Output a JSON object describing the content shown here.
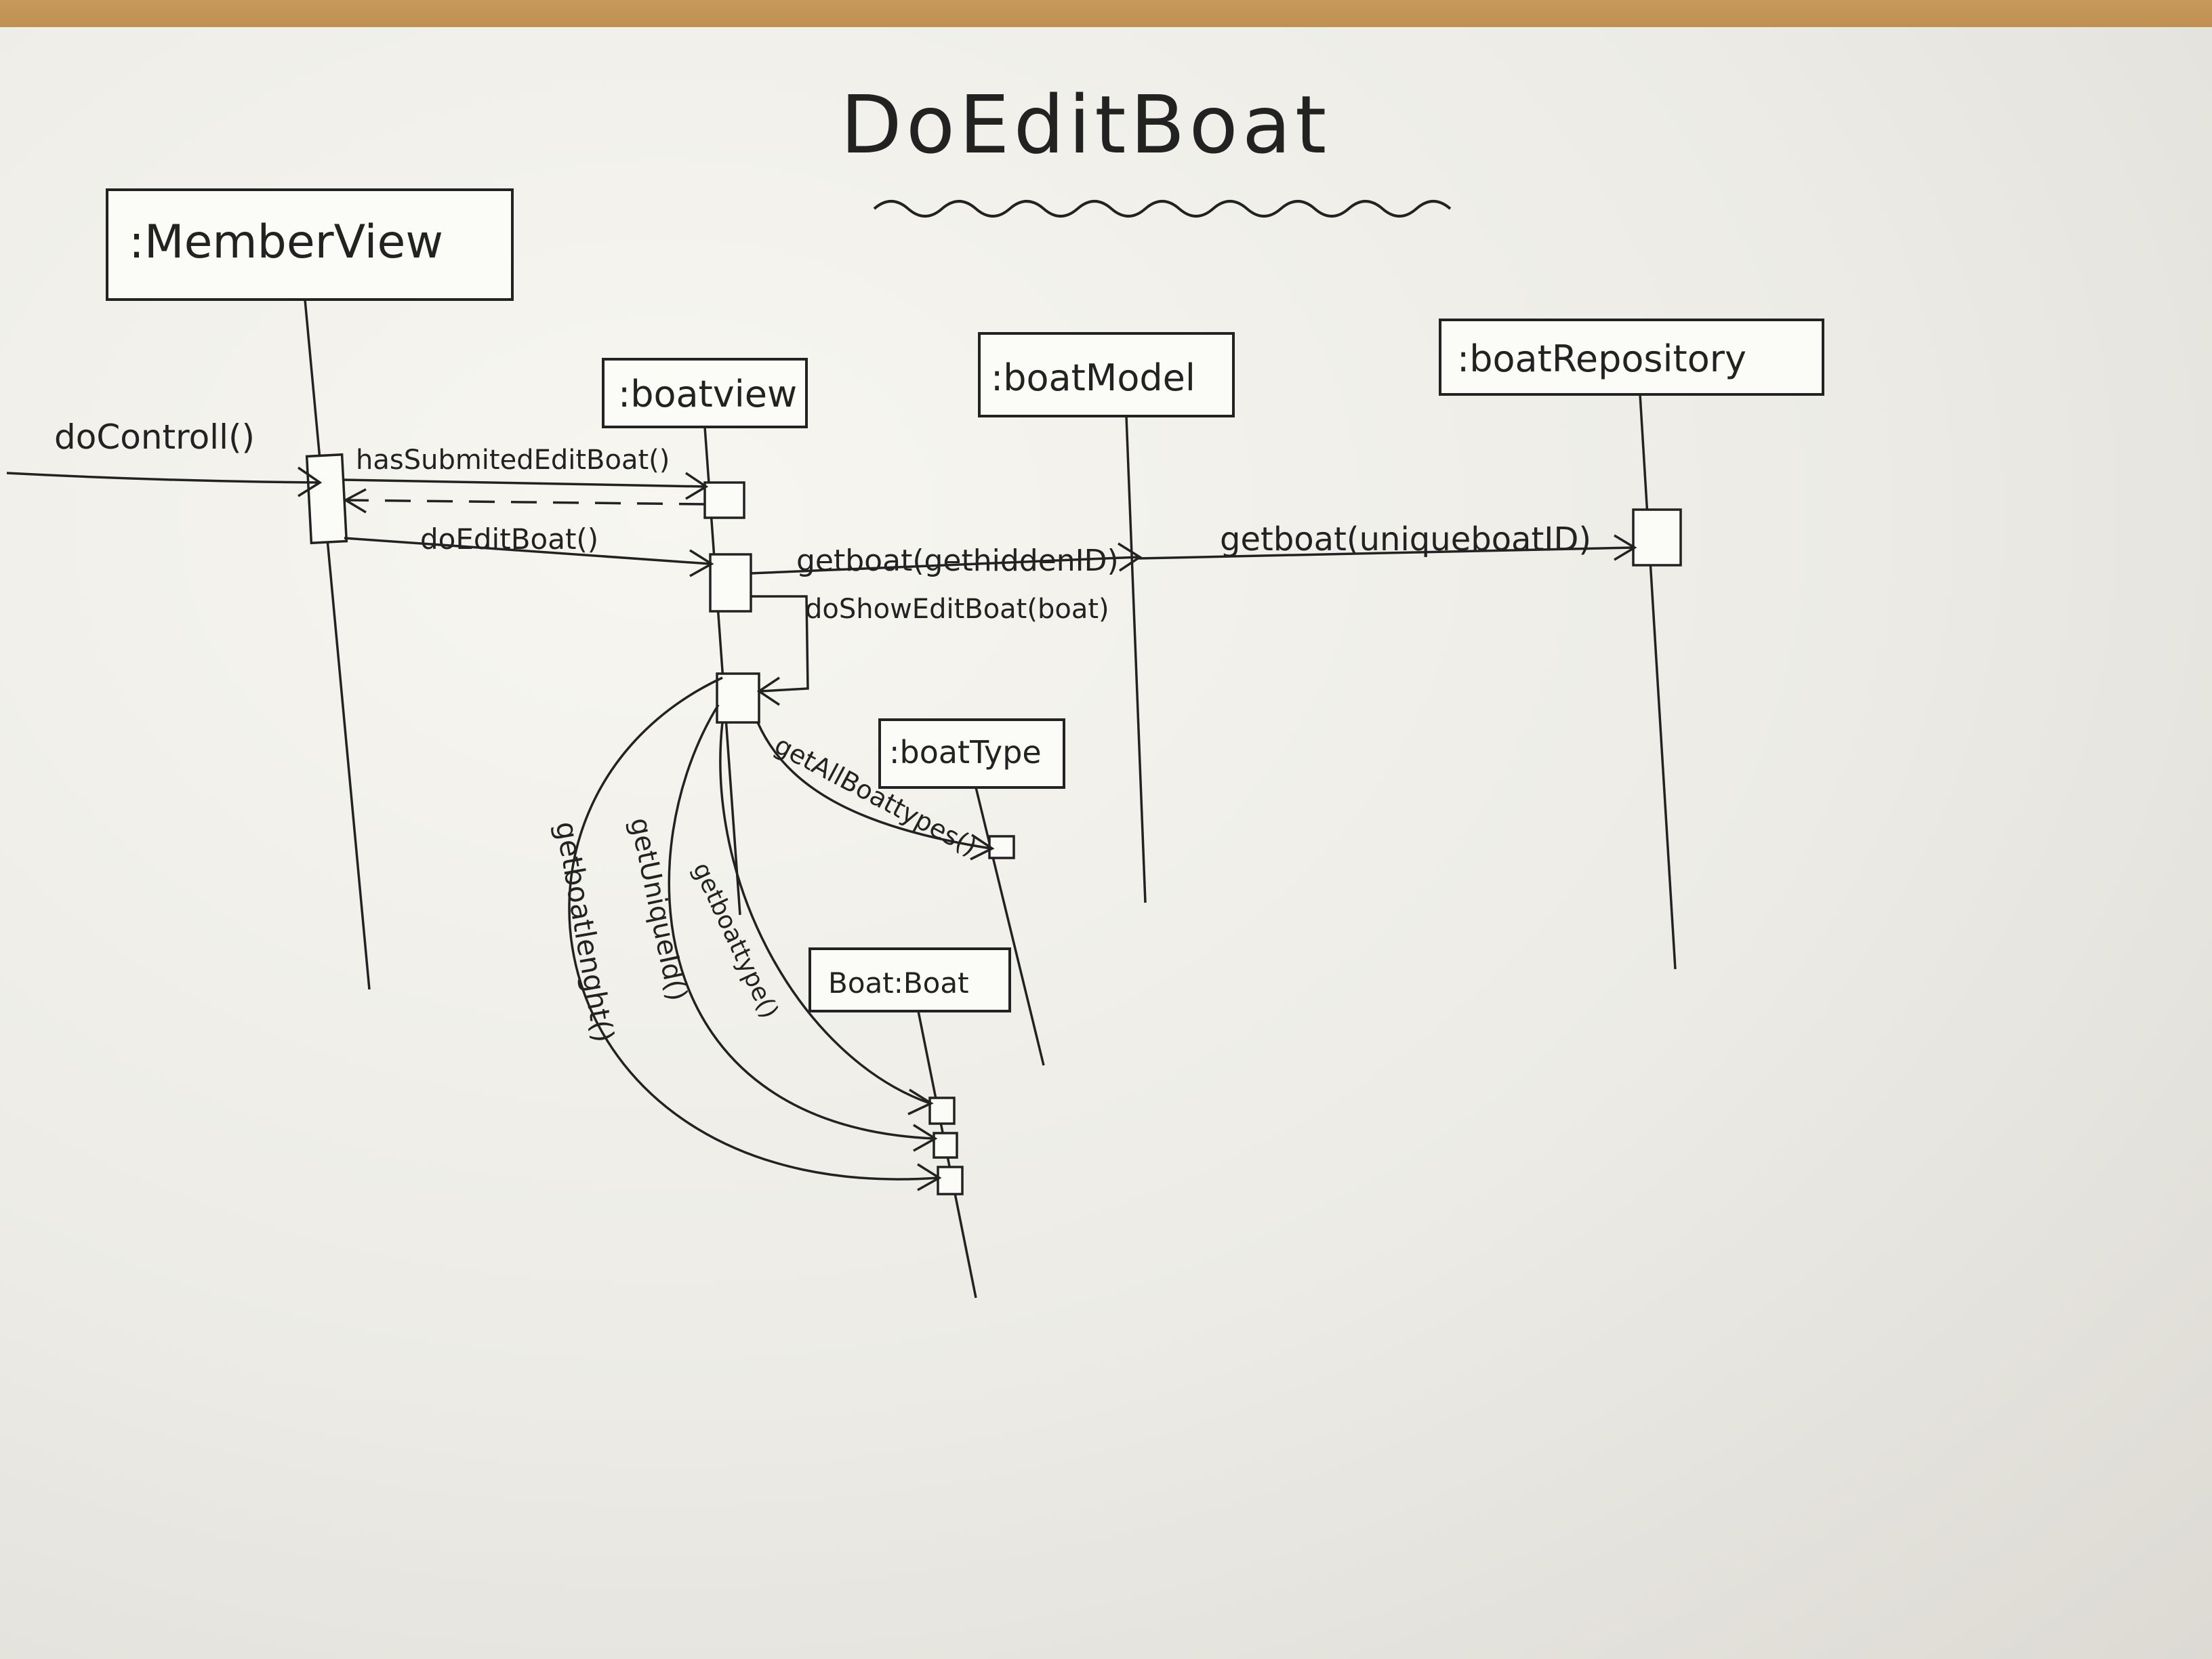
{
  "title": "DoEditBoat",
  "participants": {
    "member_view": ":MemberView",
    "boat_view": ":boatview",
    "boat_model": ":boatModel",
    "boat_repository": ":boatRepository",
    "boat_type": ":boatType",
    "boat": "Boat:Boat"
  },
  "messages": {
    "do_controll": "doControll()",
    "has_submited": "hasSubmitedEditBoat()",
    "do_edit_boat": "doEditBoat()",
    "get_boat_hidden": "getboat(gethiddenID)",
    "get_boat_unique": "getboat(uniqueboatID)",
    "do_show_edit": "doShowEditBoat(boat)",
    "get_all_boat_types": "getAllBoattypes()",
    "get_boat_type": "getboattype()",
    "get_unique_id": "getUniqueId()",
    "get_boat_length": "getboatlenght()"
  }
}
